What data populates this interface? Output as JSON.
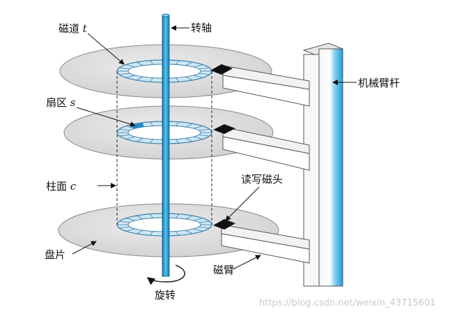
{
  "labels": {
    "track": "磁道",
    "track_var": "t",
    "spindle": "转轴",
    "sector": "扇区",
    "sector_var": "s",
    "arm_assembly": "机械臂杆",
    "cylinder": "柱面",
    "cylinder_var": "c",
    "read_write_head": "读写磁头",
    "platter": "盘片",
    "arm": "磁臂",
    "rotation": "旋转"
  },
  "watermark": "https://blog.csdn.net/weixin_43715601",
  "colors": {
    "spindle": "#1e9fd6",
    "track_ring": "#cfe6f3",
    "highlighted_sector": "#1f8ccd",
    "platter": "#d9d9d9",
    "arm_post": "#3aa9e0",
    "head": "#111111"
  }
}
